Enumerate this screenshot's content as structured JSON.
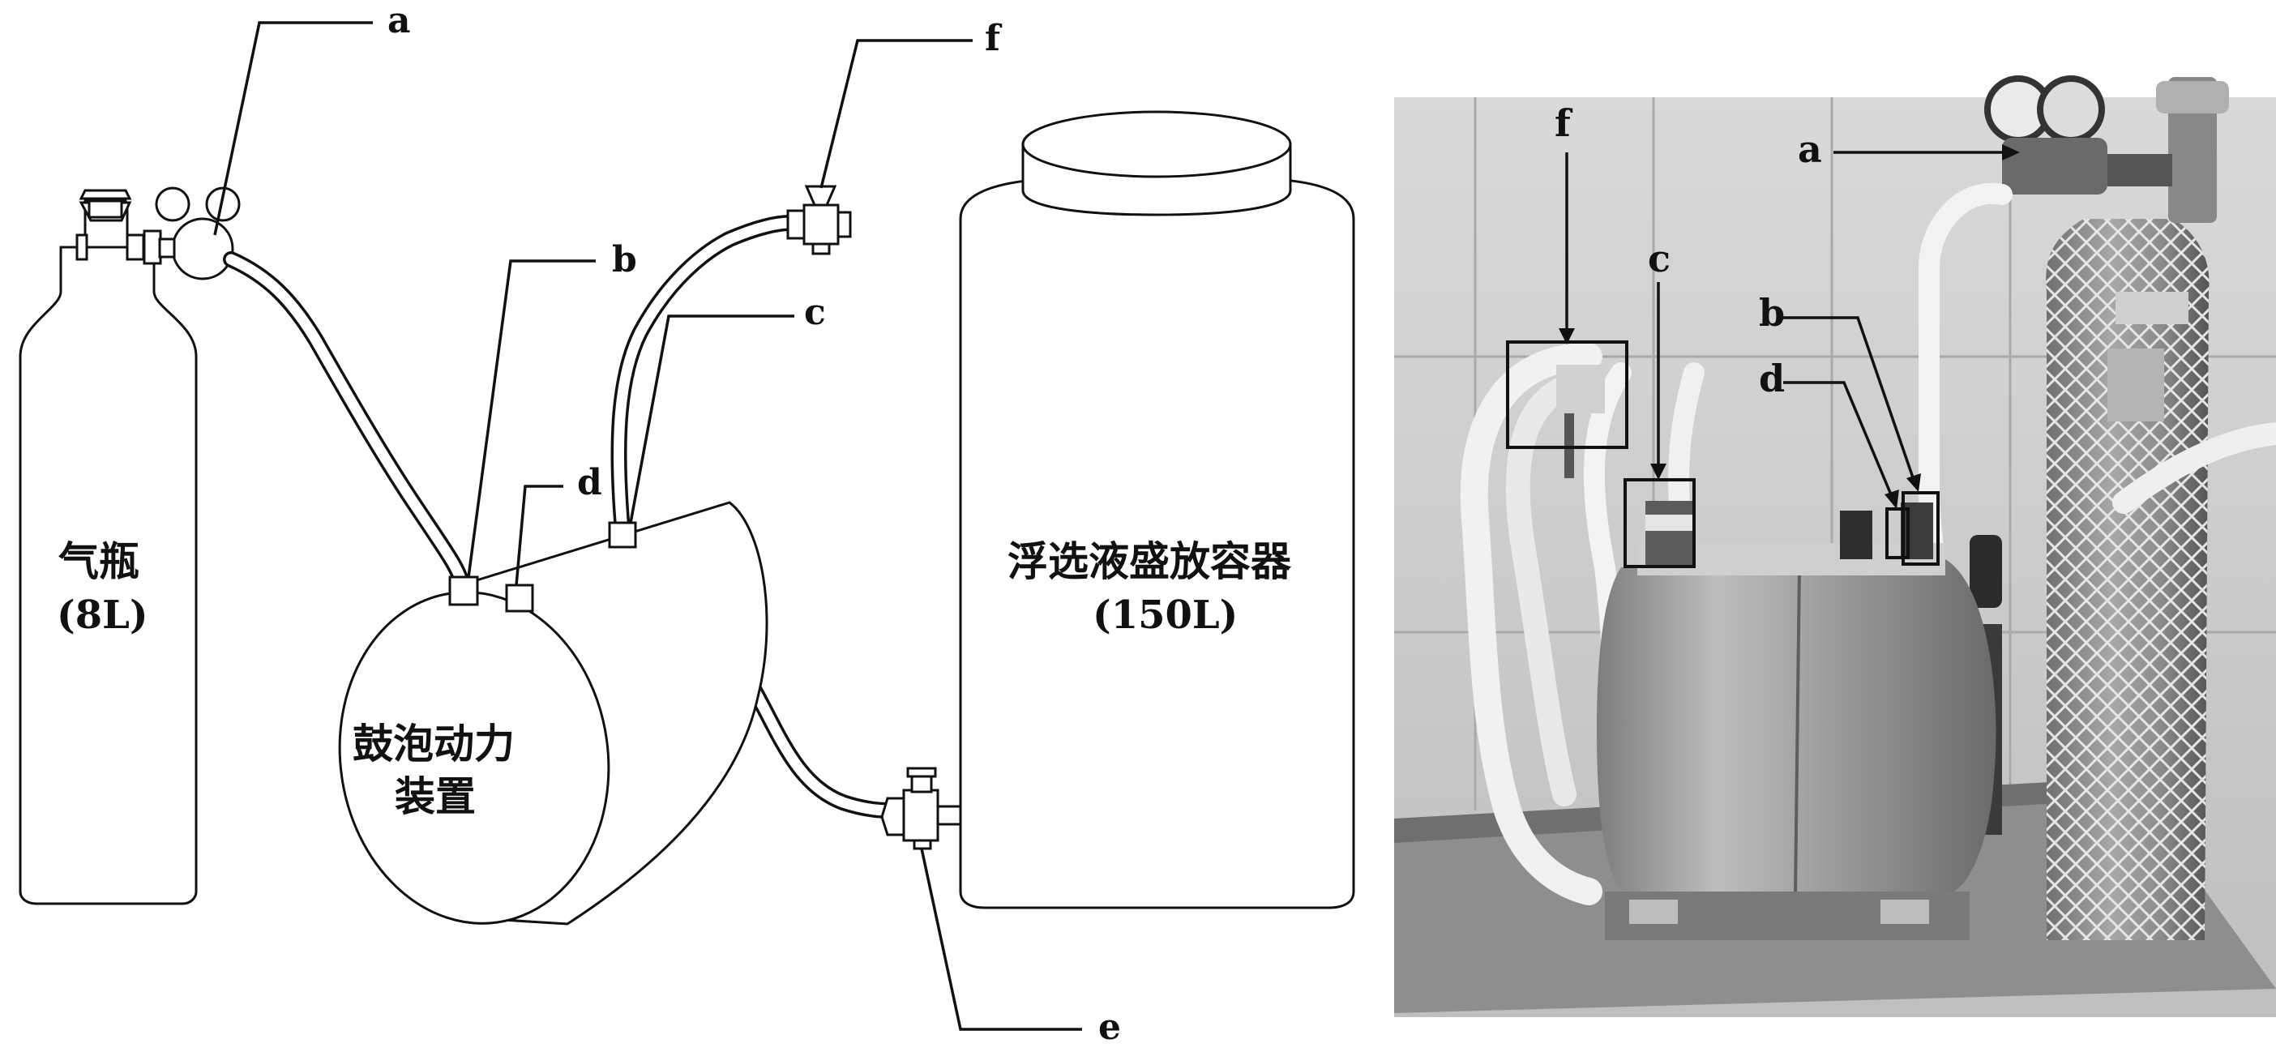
{
  "schematic": {
    "cylinder_label_line1": "气瓶",
    "cylinder_label_line2": "(8L)",
    "device_label_line1": "鼓泡动力",
    "device_label_line2": "装置",
    "container_label_line1": "浮选液盛放容器",
    "container_label_line2": "(150L)",
    "callouts": [
      "a",
      "b",
      "c",
      "d",
      "e",
      "f"
    ]
  },
  "photo": {
    "callouts": [
      "a",
      "b",
      "c",
      "d",
      "f"
    ]
  }
}
